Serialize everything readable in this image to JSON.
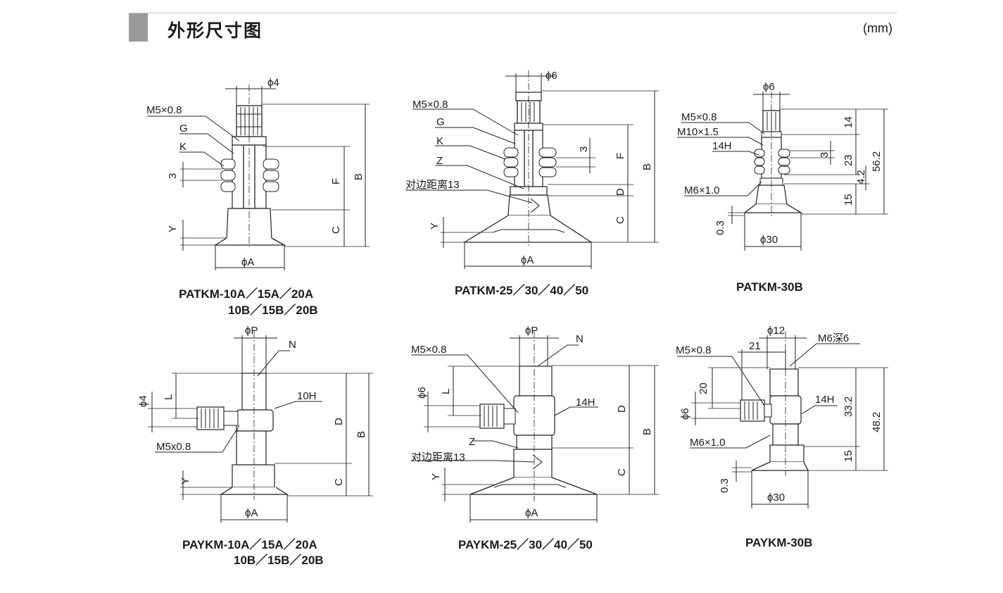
{
  "page_title": "外形尺寸图",
  "unit": "(mm)",
  "d1": {
    "caption1": "PATKM-10A／15A／20A",
    "caption2": "10B／15B／20B",
    "l_phi4": "ϕ4",
    "l_m5": "M5×0.8",
    "l_g": "G",
    "l_k": "K",
    "l_3": "3",
    "l_f": "F",
    "l_b": "B",
    "l_c": "C",
    "l_y": "Y",
    "l_phiA": "ϕA"
  },
  "d2": {
    "caption1": "PATKM-25／30／40／50",
    "l_phi6": "ϕ6",
    "l_m5": "M5×0.8",
    "l_g": "G",
    "l_k": "K",
    "l_z": "Z",
    "l_af": "对边距离13",
    "l_3": "3",
    "l_f": "F",
    "l_d": "D",
    "l_b": "B",
    "l_c": "C",
    "l_y": "Y",
    "l_phiA": "ϕA"
  },
  "d3": {
    "caption1": "PATKM-30B",
    "l_phi6": "ϕ6",
    "l_m5": "M5×0.8",
    "l_m10": "M10×1.5",
    "l_14h": "14H",
    "l_m6": "M6×1.0",
    "l_03": "0.3",
    "l_phi30": "ϕ30",
    "l_14": "14",
    "l_3": "3",
    "l_23": "23",
    "l_42": "4.2",
    "l_15": "15",
    "l_562": "56.2"
  },
  "d4": {
    "caption1": "PAYKM-10A／15A／20A",
    "caption2": "10B／15B／20B",
    "l_phiP": "ϕP",
    "l_n": "N",
    "l_10h": "10H",
    "l_phi4": "ϕ4",
    "l_l": "L",
    "l_m5": "M5x0.8",
    "l_d": "D",
    "l_b": "B",
    "l_c": "C",
    "l_y": "Y",
    "l_phiA": "ϕA"
  },
  "d5": {
    "caption1": "PAYKM-25／30／40／50",
    "l_phiP": "ϕP",
    "l_n": "N",
    "l_m5": "M5×0.8",
    "l_phi6": "ϕ6",
    "l_l": "L",
    "l_14h": "14H",
    "l_z": "Z",
    "l_af": "对边距离13",
    "l_d": "D",
    "l_b": "B",
    "l_c": "C",
    "l_y": "Y",
    "l_phiA": "ϕA"
  },
  "d6": {
    "caption1": "PAYKM-30B",
    "l_phi12": "ϕ12",
    "l_m6d": "M6深6",
    "l_21": "21",
    "l_m5": "M5×0.8",
    "l_20": "20",
    "l_phi6": "ϕ6",
    "l_14h": "14H",
    "l_m6": "M6×1.0",
    "l_332": "33.2",
    "l_482": "48.2",
    "l_15": "15",
    "l_03": "0.3",
    "l_phi30": "ϕ30"
  }
}
